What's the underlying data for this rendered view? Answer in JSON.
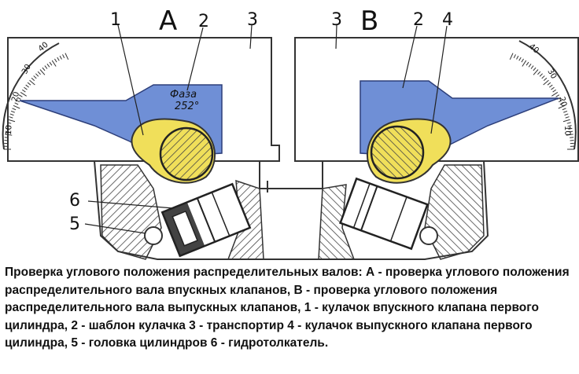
{
  "diagram": {
    "side_labels": {
      "a": "А",
      "b": "В"
    },
    "callouts": {
      "a_1": "1",
      "a_2": "2",
      "a_3": "3",
      "b_3": "3",
      "b_2": "2",
      "b_4": "4",
      "left_6": "6",
      "left_5": "5"
    },
    "template_text": {
      "line1": "Фаза",
      "line2": "252°"
    },
    "scale_left": [
      "40",
      "30",
      "20",
      "10"
    ],
    "scale_right": [
      "40",
      "30",
      "20",
      "10"
    ],
    "colors": {
      "template": "#6f8fd6",
      "cam": "#f0df5a",
      "body_line": "#333333",
      "hatch": "#444444"
    }
  },
  "caption": "Проверка углового положения распределительных валов: А - проверка углового положения распределительного вала впускных клапанов, В - проверка углового положения распределительного вала выпускных клапанов, 1 - кулачок впускного клапана первого цилиндра, 2 - шаблон кулачка 3 - транспортир 4 - кулачок выпускного клапана первого цилиндра, 5 - головка цилиндров 6 - гидротолкатель."
}
